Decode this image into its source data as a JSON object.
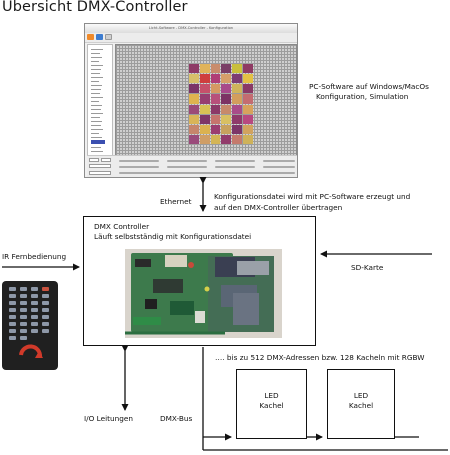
{
  "title": "Übersicht DMX-Controller",
  "software": {
    "window_title": "Licht-Software - DMX-Controller - Konfiguration",
    "caption_line1": "PC-Software auf Windows/MacOs",
    "caption_line2": "Konfiguration, Simulation",
    "tiles": [
      "#8e3a66",
      "#e0b35a",
      "#c98c6c",
      "#7a3e66",
      "#c9bf3c",
      "#8f3a63",
      "#d8c06a",
      "#cf3e3e",
      "#b03e76",
      "#d6a06a",
      "#7d3c73",
      "#e4c144",
      "#7b3568",
      "#c6506a",
      "#d59a63",
      "#a84a8b",
      "#cfb45c",
      "#8a3a66",
      "#dfb34f",
      "#973e70",
      "#b7507b",
      "#7c3364",
      "#d39e5d",
      "#c46c71",
      "#9b4a78",
      "#d8c154",
      "#8b3968",
      "#c78a6b",
      "#a94c89",
      "#d8a25c",
      "#d9b458",
      "#7e3667",
      "#c6746d",
      "#d8c062",
      "#8f3a6a",
      "#b84880",
      "#c6856c",
      "#dbb250",
      "#9b3d70",
      "#c7a15e",
      "#7d3568",
      "#d2a35f",
      "#9a4b7b",
      "#cf9e66",
      "#d4b556",
      "#923b6b",
      "#c57a6c",
      "#cfb25a"
    ]
  },
  "labels": {
    "ethernet": "Ethernet",
    "config_line1": "Konfigurationsdatei wird mit PC-Software erzeugt und",
    "config_line2": "auf den DMX-Controller übertragen",
    "controller_line1": "DMX Controller",
    "controller_line2": "Läuft selbstständig mit Konfigurationsdatei",
    "ir": "IR Fernbedienung",
    "sd": "SD-Karte",
    "addresses": "…. bis zu 512 DMX-Adressen bzw. 128 Kacheln mit RGBW",
    "io": "I/O Leitungen",
    "dmx_bus": "DMX-Bus",
    "led1_line1": "LED",
    "led1_line2": "Kachel",
    "led2_line1": "LED",
    "led2_line2": "Kachel"
  }
}
